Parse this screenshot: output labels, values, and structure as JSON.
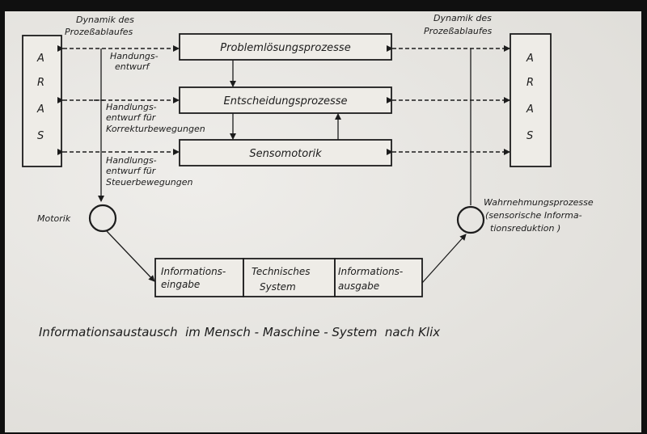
{
  "diagram": {
    "left_top_label": [
      "Dynamik des",
      "Prozeßablaufes"
    ],
    "right_top_label": [
      "Dynamik des",
      "Prozeßablaufes"
    ],
    "aras_left": [
      "A",
      "R",
      "A",
      "S"
    ],
    "aras_right": [
      "A",
      "R",
      "A",
      "S"
    ],
    "process_boxes": [
      "Problemlösungsprozesse",
      "Entscheidungsprozesse",
      "Sensomotorik"
    ],
    "handlungsentwurf": [
      "Handungs-",
      "entwurf"
    ],
    "korrektur": [
      "Handlungs-",
      "entwurf für",
      "Korrekturbewegungen"
    ],
    "steuer": [
      "Handlungs-",
      "entwurf für",
      "Steuerbewegungen"
    ],
    "motorik": "Motorik",
    "wahrnehmung": [
      "Wahrnehmungsprozesse",
      "(sensorische Informa-",
      "tionsreduktion )"
    ],
    "bottom_boxes": [
      [
        "Informations-",
        "eingabe"
      ],
      [
        "Technisches",
        "System"
      ],
      [
        "Informations-",
        "ausgabe"
      ]
    ],
    "caption": "Informationsaustausch  im Mensch - Maschine - System  nach Klix"
  }
}
